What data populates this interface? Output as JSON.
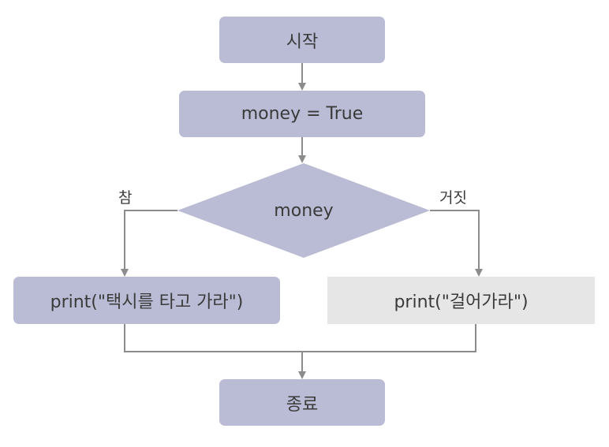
{
  "flowchart": {
    "start": "시작",
    "assign": "money = True",
    "decision": "money",
    "true_label": "참",
    "false_label": "거짓",
    "true_action": "print(\"택시를 타고 가라\")",
    "false_action": "print(\"걸어가라\")",
    "end": "종료"
  },
  "colors": {
    "node_fill": "#b9bcd4",
    "false_node_fill": "#e6e6e6",
    "line": "#8c8c8c",
    "text": "#3a3a3a"
  }
}
